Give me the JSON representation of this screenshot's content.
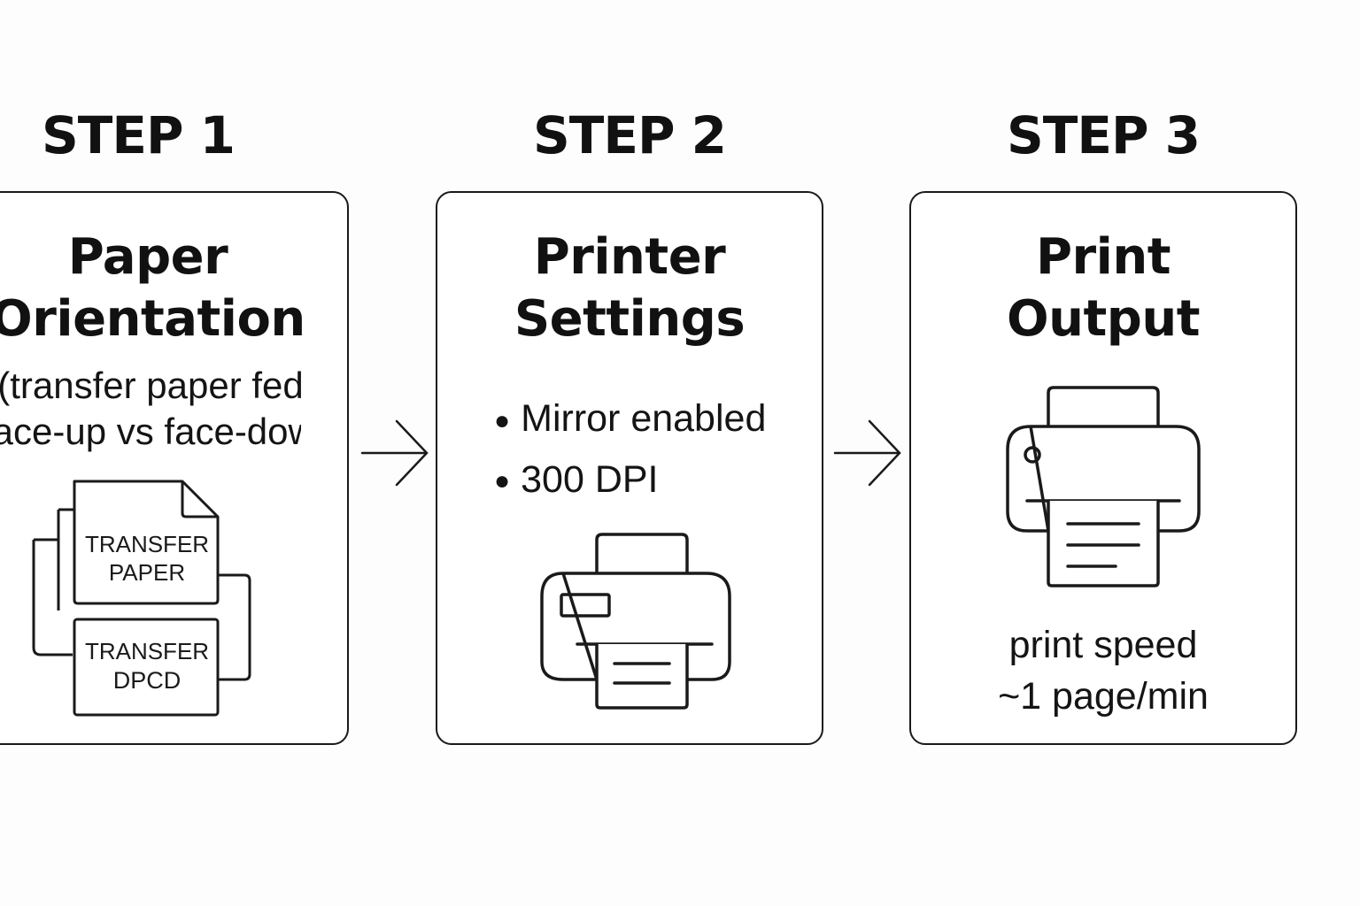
{
  "steps": [
    {
      "heading": "STEP 1",
      "title_line1": "Paper",
      "title_line2": "Orientation",
      "note_line1": "(transfer paper fed",
      "note_line2": "face-up vs face-down)",
      "sheet_front_line1": "TRANSFER",
      "sheet_front_line2": "PAPER",
      "sheet_back_line1": "TRANSFER",
      "sheet_back_line2": "DPCD"
    },
    {
      "heading": "STEP 2",
      "title_line1": "Printer",
      "title_line2": "Settings",
      "bullets": [
        "Mirror enabled",
        "300 DPI"
      ],
      "icon": "printer-icon"
    },
    {
      "heading": "STEP 3",
      "title_line1": "Print",
      "title_line2": "Output",
      "speed_line1": "print speed",
      "speed_line2": "~1 page/min",
      "icon": "printer-output-icon"
    }
  ],
  "connectors": [
    "arrow-right-icon",
    "arrow-right-icon"
  ]
}
